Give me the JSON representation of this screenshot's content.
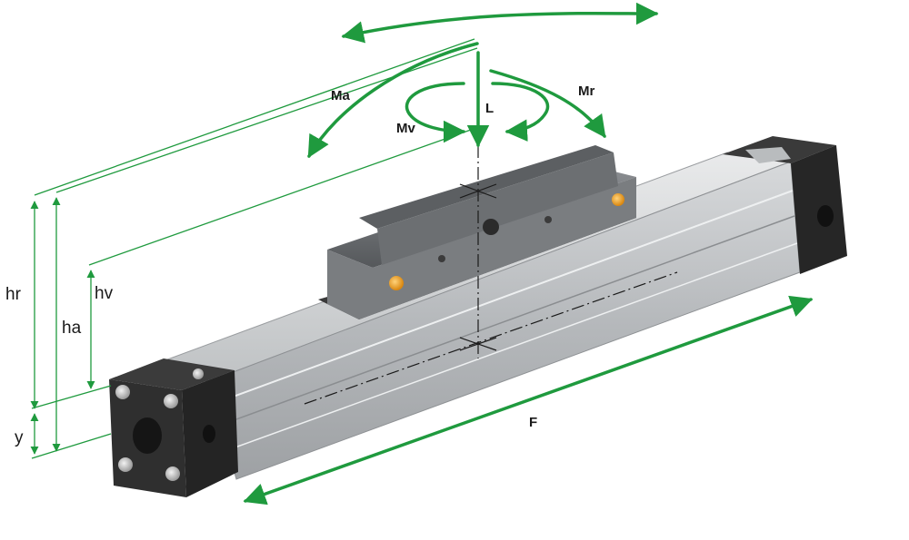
{
  "labels": {
    "ma": "Ma",
    "mr": "Mr",
    "mv": "Mv",
    "l": "L",
    "f": "F",
    "hr": "hr",
    "ha": "ha",
    "hv": "hv",
    "y": "y"
  },
  "colors": {
    "accent_green": "#1f9a3e",
    "body_dark": "#2b2b2b",
    "aluminium": "#c9cbcd",
    "carriage_grey": "#6f7275",
    "knob_orange": "#f0a020"
  },
  "icons": {
    "moment_arrows": "curved-arrow-icon",
    "force_arrow": "straight-arrow-icon",
    "axis_marker": "crosshair-icon"
  }
}
